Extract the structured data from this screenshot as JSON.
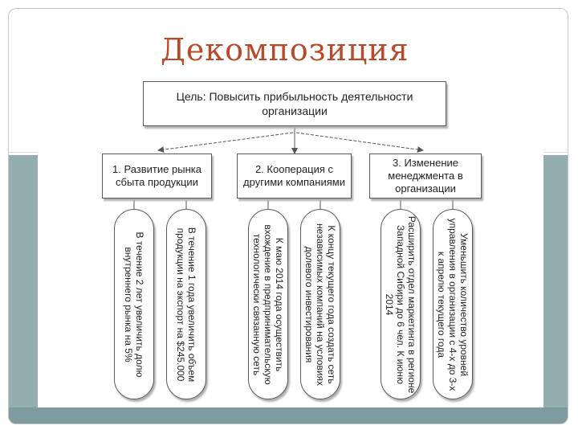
{
  "slide": {
    "title": "Декомпозиция"
  },
  "diagram": {
    "goal": "Цель: Повысить прибыльность деятельности организации",
    "categories": [
      {
        "label": "1. Развитие рынка сбыта продукции",
        "tasks": [
          "В течение 2 лет увеличить долю внутреннего рынка на 5%",
          "В течение 1 года увеличить объем продукции на экспорт на $245.000"
        ]
      },
      {
        "label": "2. Кооперация с другими компаниями",
        "tasks": [
          "К маю 2014 года осуществить вхождение в предпринимательскую технологически связанную сеть",
          "К концу текущего года создать сеть независимых компаний на условиях долевого инвестирования"
        ]
      },
      {
        "label": "3. Изменение менеджмента в организации",
        "tasks": [
          "Расширить отдел маркетинга в регионе Западной Сибири до 6 чел. К июню 2014",
          "Уменьшить количество уровней управления в организации с 4-х до 3-х к апрелю текущего года"
        ]
      }
    ]
  }
}
